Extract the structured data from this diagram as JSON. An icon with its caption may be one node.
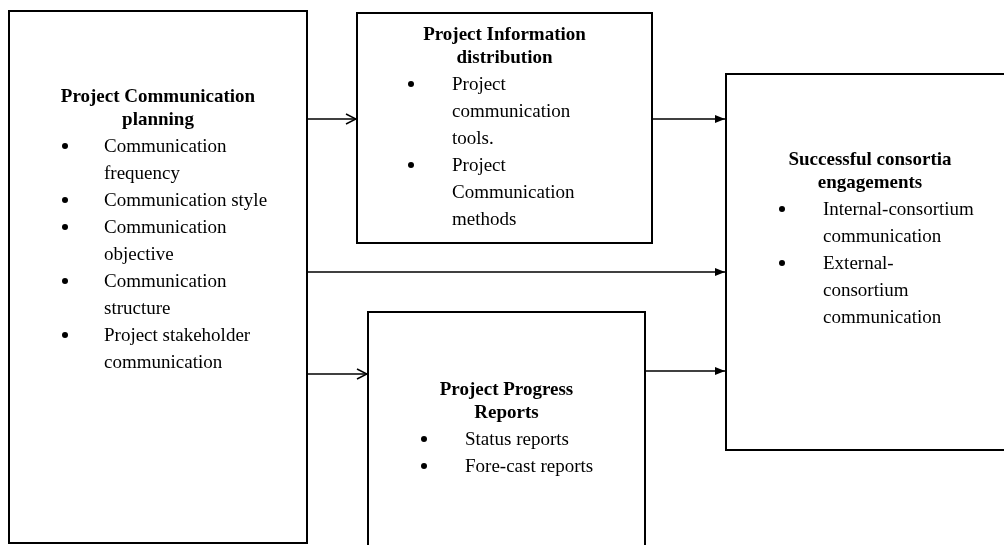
{
  "diagram": {
    "nodes": [
      {
        "text": [
          "Project Communication planning",
          "Communication frequency",
          "Communication style",
          "Communication objective",
          "Communication structure",
          "Project stakeholder communication"
        ]
      },
      {
        "text": [
          "Project Information distribution",
          "Project communication tools.",
          "Project Communication methods"
        ]
      },
      {
        "text": [
          "Project Progress Reports",
          "Status reports",
          "Fore-cast reports"
        ]
      },
      {
        "text": [
          "Successful consortia engagements",
          "Internal-consortium communication",
          "External-consortium communication"
        ]
      }
    ],
    "edges": [
      {
        "from": 0,
        "to": 1,
        "arrow": "to"
      },
      {
        "from": 0,
        "to": 3,
        "arrow": "to"
      },
      {
        "from": 0,
        "to": 2,
        "arrow": "to"
      },
      {
        "from": 1,
        "to": 3,
        "arrow": "to"
      },
      {
        "from": 2,
        "to": 3,
        "arrow": "to"
      }
    ]
  }
}
